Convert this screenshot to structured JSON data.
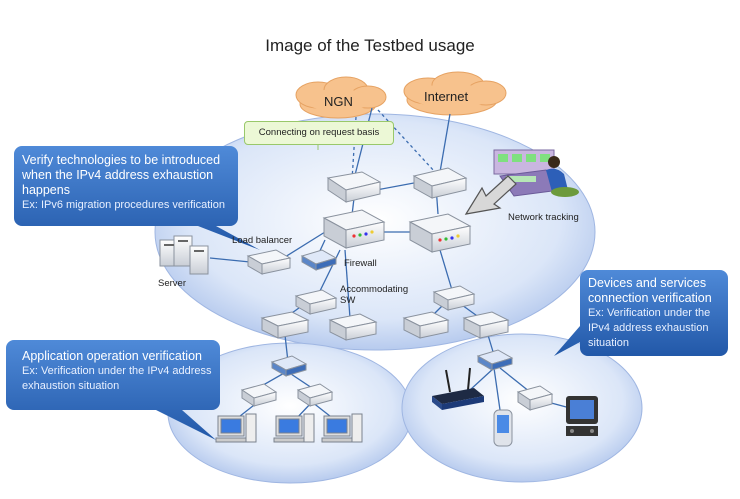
{
  "title": "Image of the Testbed usage",
  "clouds": {
    "ngn": "NGN",
    "internet": "Internet"
  },
  "note": "Connecting on request basis",
  "labels": {
    "load_balancer": "Load balancer",
    "firewall": "Firewall",
    "server": "Server",
    "accommodating_line1": "Accommodating",
    "accommodating_line2": "SW",
    "network_tracking": "Network tracking"
  },
  "callouts": {
    "verify": {
      "heading_lines": [
        "Verify technologies to be introduced",
        "when the IPv4 address exhaustion",
        "happens"
      ],
      "sub_lines": [
        "Ex: IPv6 migration procedures verification"
      ]
    },
    "app": {
      "heading_lines": [
        "Application operation verification"
      ],
      "sub_lines": [
        "Ex: Verification under the IPv4 address",
        "exhaustion situation"
      ]
    },
    "devices": {
      "heading_lines": [
        "Devices and services",
        "connection verification"
      ],
      "sub_lines": [
        "Ex: Verification under the",
        "IPv4 address exhaustion",
        "situation"
      ]
    }
  },
  "colors": {
    "callout": "#2f6fc1",
    "ellipse": "#c7d8f4",
    "cloud": "#f7c28d"
  }
}
